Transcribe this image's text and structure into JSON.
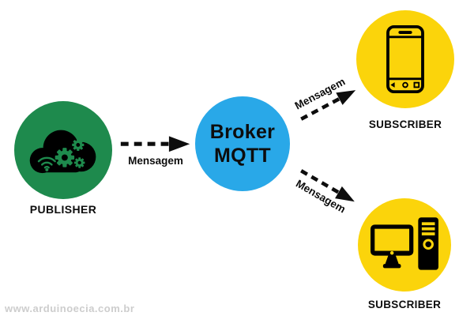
{
  "diagram": {
    "nodes": {
      "publisher": {
        "label": "PUBLISHER",
        "icon": "cloud-gears-icon",
        "color": "#1E8A4D"
      },
      "broker": {
        "title_line1": "Broker",
        "title_line2": "MQTT",
        "color": "#29A8E8"
      },
      "subscriber_top": {
        "label": "SUBSCRIBER",
        "icon": "smartphone-icon",
        "color": "#FBD40B"
      },
      "subscriber_bottom": {
        "label": "SUBSCRIBER",
        "icon": "desktop-computer-icon",
        "color": "#FBD40B"
      }
    },
    "arrows": {
      "publisher_to_broker": {
        "label": "Mensagem",
        "icon": "dashed-arrow-icon"
      },
      "broker_to_subscriber_top": {
        "label": "Mensagem",
        "icon": "dashed-arrow-icon"
      },
      "broker_to_subscriber_bottom": {
        "label": "Mensagem",
        "icon": "dashed-arrow-icon"
      }
    },
    "watermark": "www.arduinoecia.com.br",
    "colors": {
      "publisher_green": "#1E8A4D",
      "broker_blue": "#29A8E8",
      "subscriber_yellow": "#FBD40B",
      "arrow_black": "#0D0D0D",
      "watermark_gray": "#CDCDCD"
    }
  }
}
